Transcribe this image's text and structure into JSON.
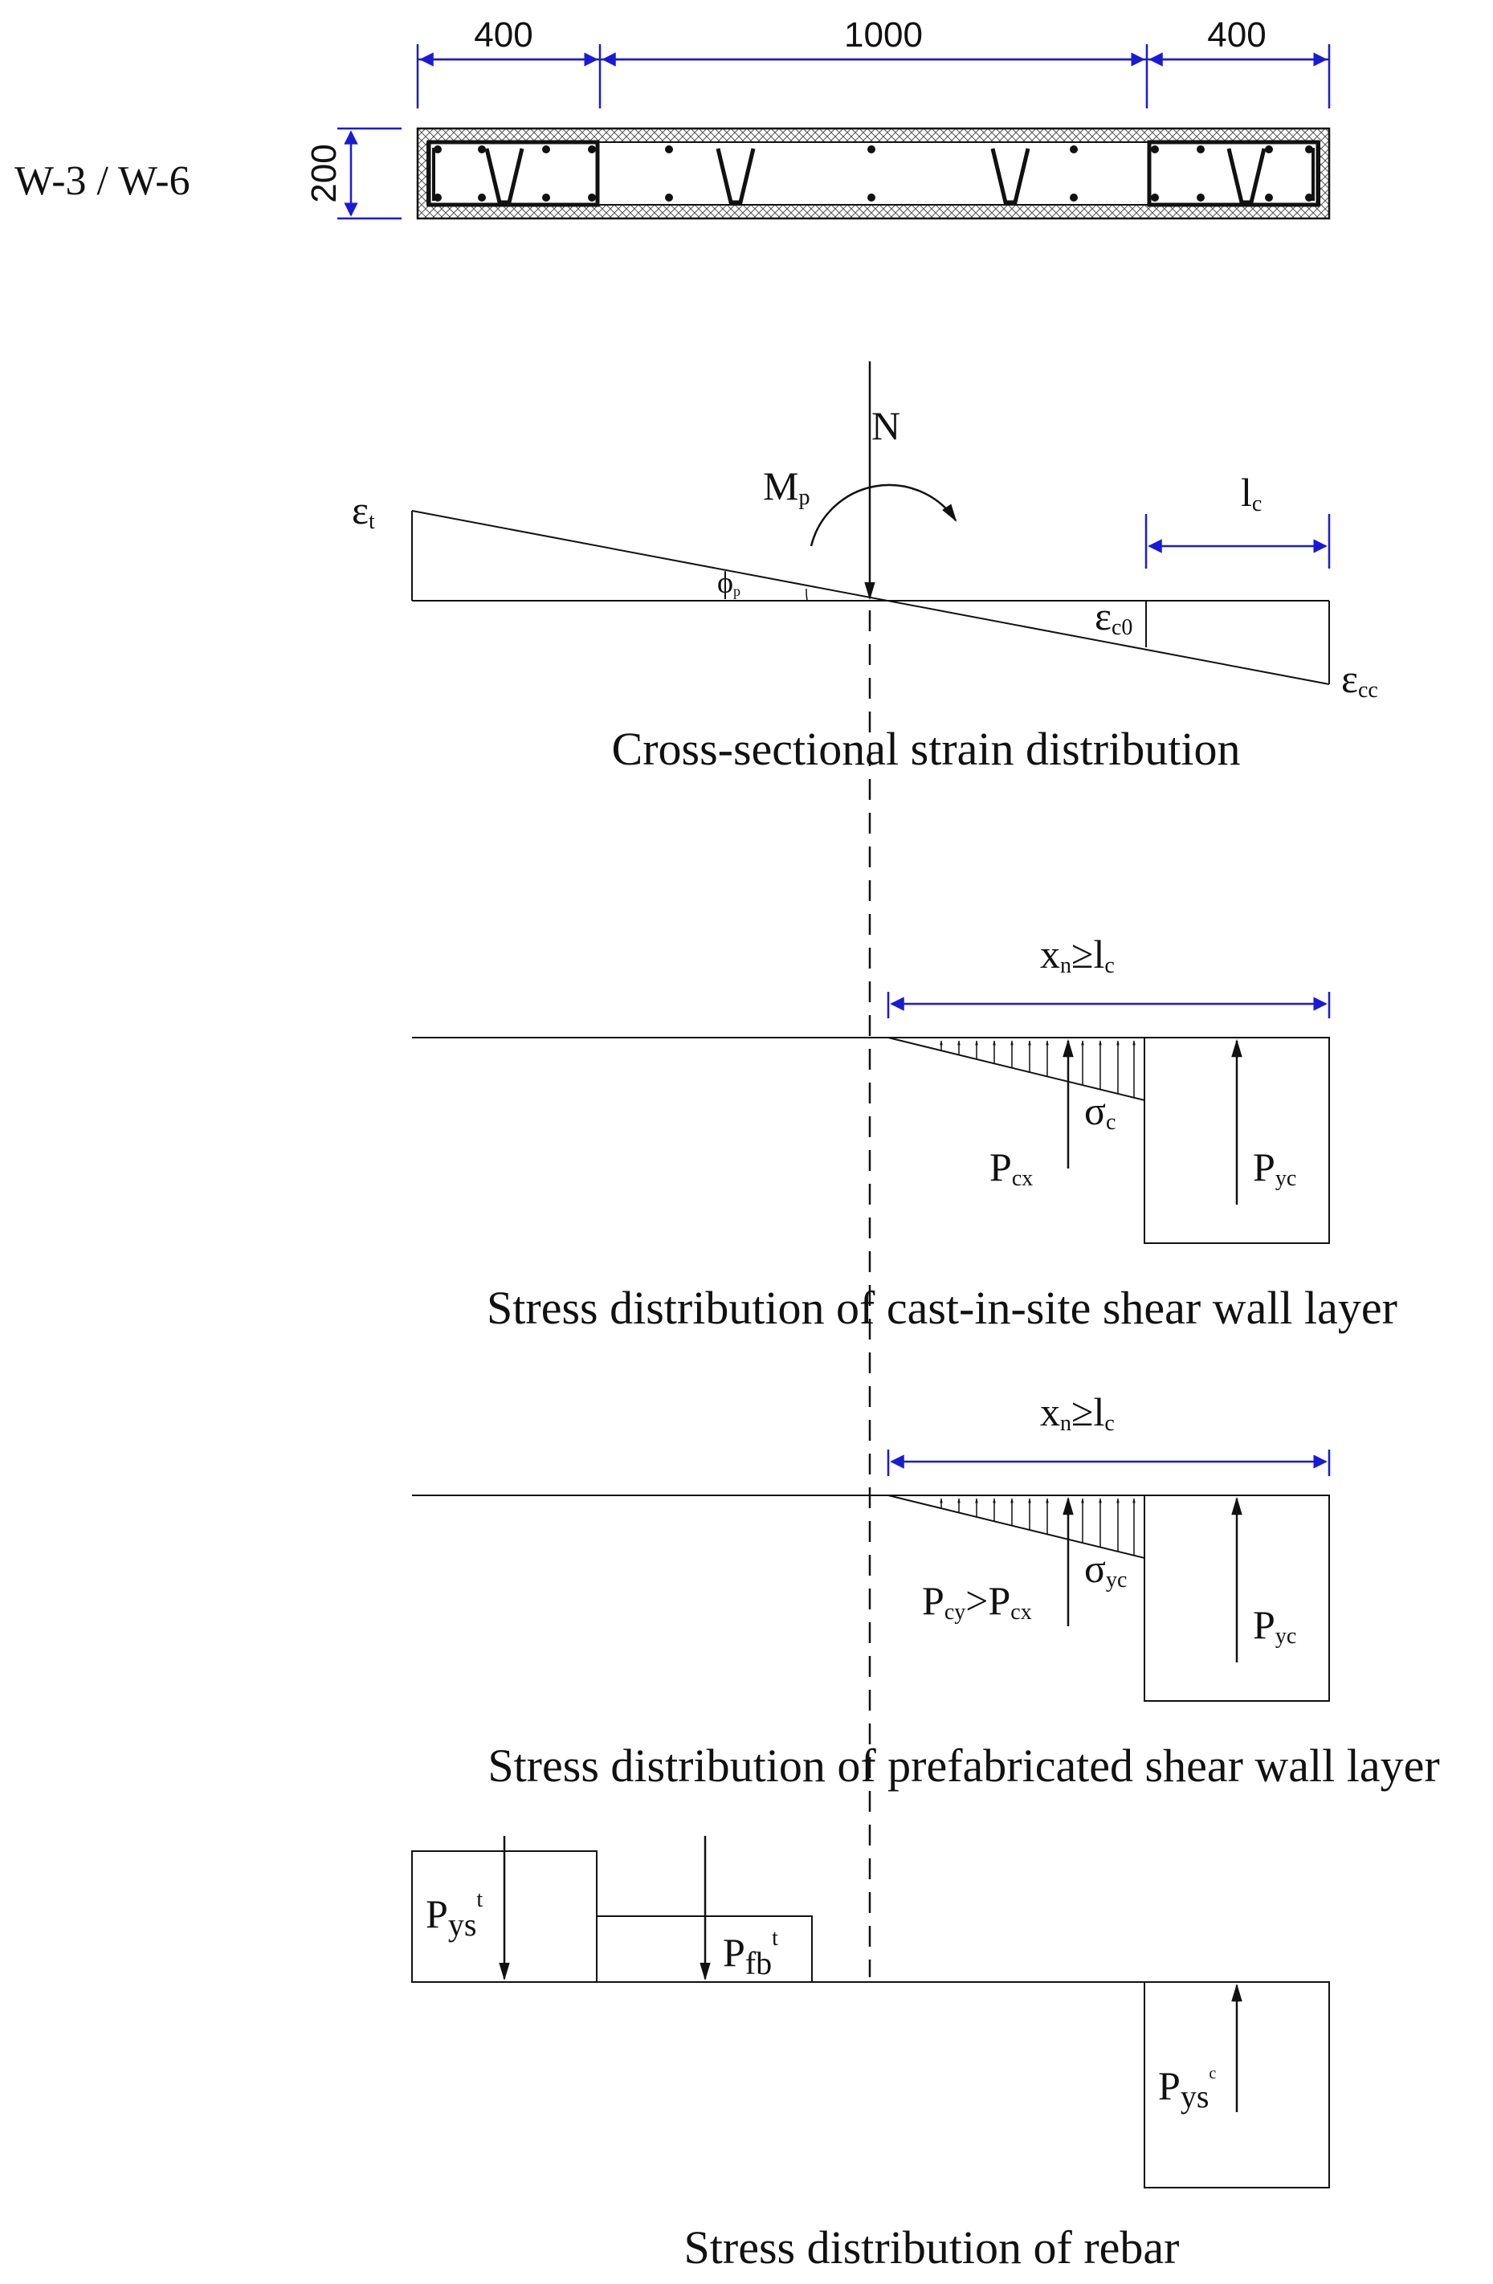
{
  "section": {
    "label": "W-3 / W-6",
    "dims": [
      "400",
      "1000",
      "400"
    ],
    "height_dim": "200"
  },
  "strain": {
    "caption": "Cross-sectional strain distribution",
    "eps_t": "ε",
    "eps_t_sub": "t",
    "eps_c0": "ε",
    "eps_c0_sub": "c0",
    "eps_cc": "ε",
    "eps_cc_sub": "cc",
    "phi": "ϕ",
    "phi_sub": "p",
    "moment": "M",
    "moment_sub": "p",
    "axial": "N",
    "lc": "l",
    "lc_sub": "c"
  },
  "castinsite": {
    "caption": "Stress distribution of cast-in-site shear wall layer",
    "xn_a": "x",
    "xn_a_sub": "n",
    "xn_rel": "≥l",
    "xn_b_sub": "c",
    "sigma": "σ",
    "sigma_sub": "c",
    "pcx": "P",
    "pcx_sub": "cx",
    "pyc": "P",
    "pyc_sub": "yc"
  },
  "prefab": {
    "caption": "Stress distribution of prefabricated shear wall layer",
    "xn_a": "x",
    "xn_a_sub": "n",
    "xn_rel": "≥l",
    "xn_b_sub": "c",
    "sigma": "σ",
    "sigma_sub": "yc",
    "pcy_a": "P",
    "pcy_a_sub": "cy",
    "pcy_rel": ">P",
    "pcy_b_sub": "cx",
    "pyc": "P",
    "pyc_sub": "yc"
  },
  "rebar": {
    "caption": "Stress distribution of rebar",
    "pyst": "P",
    "pyst_sub": "ys",
    "pyst_sup": "t",
    "pfbt": "P",
    "pfbt_sub": "fb",
    "pfbt_sup": "t",
    "pysc": "P",
    "pysc_sub": "ys",
    "pysc_sup": "c"
  }
}
